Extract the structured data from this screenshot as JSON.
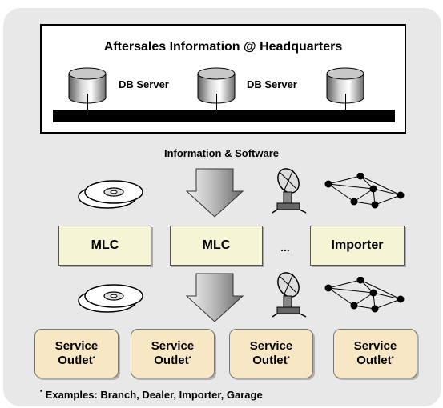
{
  "headquarters": {
    "title": "Aftersales Information @ Headquarters",
    "servers": [
      {
        "label": "DB Server"
      },
      {
        "label": "DB Server"
      },
      {
        "label": ""
      }
    ]
  },
  "flow_caption": "Information & Software",
  "distribution_channels": [
    "cd-icon",
    "down-arrow-icon",
    "satellite-dish-icon",
    "network-icon"
  ],
  "middle_tier": {
    "boxes": [
      "MLC",
      "MLC",
      "Importer"
    ],
    "ellipsis": "..."
  },
  "outlets": [
    {
      "line1": "Service",
      "line2": "Outlet",
      "mark": "*"
    },
    {
      "line1": "Service",
      "line2": "Outlet",
      "mark": "*"
    },
    {
      "line1": "Service",
      "line2": "Outlet",
      "mark": "*"
    },
    {
      "line1": "Service",
      "line2": "Outlet",
      "mark": "*"
    }
  ],
  "footnote": {
    "mark": "*",
    "text": " Examples: Branch, Dealer, Importer, Garage"
  },
  "colors": {
    "panel": "#e8e8e8",
    "middle_box": "#f5f5d6",
    "outlet_box": "#f7e7c4",
    "cylinder": "#9a9a9a"
  }
}
